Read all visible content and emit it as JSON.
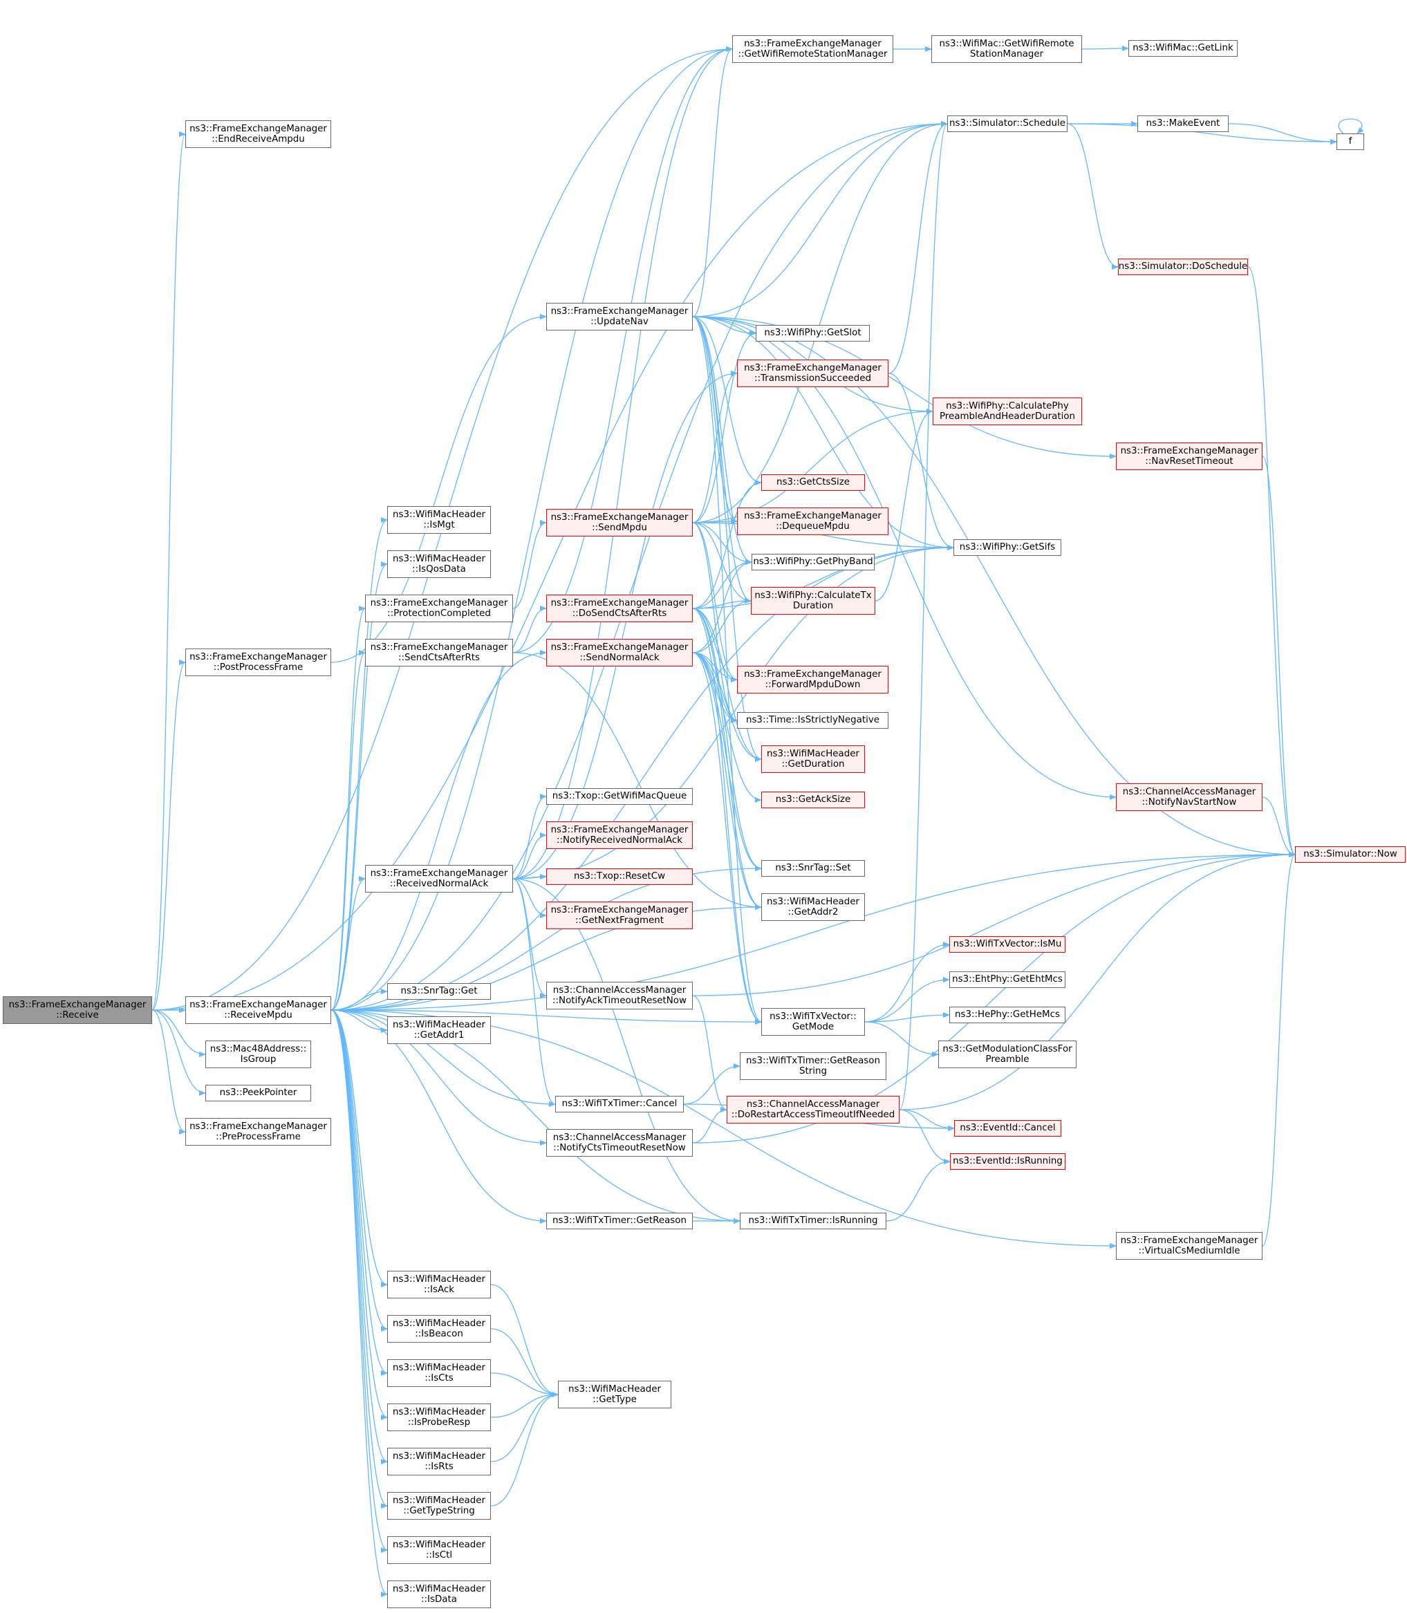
{
  "colors": {
    "edge": "#63b8ff",
    "border": "#666666",
    "red_border": "#ff0000",
    "red_fill": "#fff0f0",
    "root_fill": "#999999"
  },
  "nodes": [
    {
      "id": "receive",
      "lines": [
        "ns3::FrameExchangeManager",
        "::Receive"
      ],
      "style": "root"
    },
    {
      "id": "endreceiveampdu",
      "lines": [
        "ns3::FrameExchangeManager",
        "::EndReceiveAmpdu"
      ]
    },
    {
      "id": "postprocessframe",
      "lines": [
        "ns3::FrameExchangeManager",
        "::PostProcessFrame"
      ]
    },
    {
      "id": "receivempdu",
      "lines": [
        "ns3::FrameExchangeManager",
        "::ReceiveMpdu"
      ]
    },
    {
      "id": "isgroup",
      "lines": [
        "ns3::Mac48Address::",
        "IsGroup"
      ]
    },
    {
      "id": "peekpointer",
      "lines": [
        "ns3::PeekPointer"
      ]
    },
    {
      "id": "preprocessframe",
      "lines": [
        "ns3::FrameExchangeManager",
        "::PreProcessFrame"
      ]
    },
    {
      "id": "ismgt",
      "lines": [
        "ns3::WifiMacHeader",
        "::IsMgt"
      ]
    },
    {
      "id": "isqosdata",
      "lines": [
        "ns3::WifiMacHeader",
        "::IsQosData"
      ]
    },
    {
      "id": "protectioncompleted",
      "lines": [
        "ns3::FrameExchangeManager",
        "::ProtectionCompleted"
      ]
    },
    {
      "id": "sendctsafterrts",
      "lines": [
        "ns3::FrameExchangeManager",
        "::SendCtsAfterRts"
      ]
    },
    {
      "id": "receivednormalack",
      "lines": [
        "ns3::FrameExchangeManager",
        "::ReceivedNormalAck"
      ]
    },
    {
      "id": "snrtagget",
      "lines": [
        "ns3::SnrTag::Get"
      ]
    },
    {
      "id": "getaddr1",
      "lines": [
        "ns3::WifiMacHeader",
        "::GetAddr1"
      ]
    },
    {
      "id": "isack",
      "lines": [
        "ns3::WifiMacHeader",
        "::IsAck"
      ]
    },
    {
      "id": "isbeacon",
      "lines": [
        "ns3::WifiMacHeader",
        "::IsBeacon"
      ]
    },
    {
      "id": "iscts",
      "lines": [
        "ns3::WifiMacHeader",
        "::IsCts"
      ]
    },
    {
      "id": "isproberesp",
      "lines": [
        "ns3::WifiMacHeader",
        "::IsProbeResp"
      ]
    },
    {
      "id": "isrts",
      "lines": [
        "ns3::WifiMacHeader",
        "::IsRts"
      ]
    },
    {
      "id": "gettypestring",
      "lines": [
        "ns3::WifiMacHeader",
        "::GetTypeString"
      ]
    },
    {
      "id": "isctl",
      "lines": [
        "ns3::WifiMacHeader",
        "::IsCtl"
      ]
    },
    {
      "id": "isdata",
      "lines": [
        "ns3::WifiMacHeader",
        "::IsData"
      ]
    },
    {
      "id": "updatenav",
      "lines": [
        "ns3::FrameExchangeManager",
        "::UpdateNav"
      ]
    },
    {
      "id": "sendmpdu",
      "lines": [
        "ns3::FrameExchangeManager",
        "::SendMpdu"
      ],
      "style": "red"
    },
    {
      "id": "dosendctsafterrts",
      "lines": [
        "ns3::FrameExchangeManager",
        "::DoSendCtsAfterRts"
      ],
      "style": "red"
    },
    {
      "id": "sendnormalack",
      "lines": [
        "ns3::FrameExchangeManager",
        "::SendNormalAck"
      ],
      "style": "red"
    },
    {
      "id": "txopgetwifimacqueue",
      "lines": [
        "ns3::Txop::GetWifiMacQueue"
      ]
    },
    {
      "id": "notifyreceivednormalack",
      "lines": [
        "ns3::FrameExchangeManager",
        "::NotifyReceivedNormalAck"
      ],
      "style": "red"
    },
    {
      "id": "txopresetcw",
      "lines": [
        "ns3::Txop::ResetCw"
      ],
      "style": "red"
    },
    {
      "id": "getnextfragment",
      "lines": [
        "ns3::FrameExchangeManager",
        "::GetNextFragment"
      ],
      "style": "red"
    },
    {
      "id": "notifyacktimeoutresetnow",
      "lines": [
        "ns3::ChannelAccessManager",
        "::NotifyAckTimeoutResetNow"
      ]
    },
    {
      "id": "wifitxtimercancel",
      "lines": [
        "ns3::WifiTxTimer::Cancel"
      ]
    },
    {
      "id": "notifyctstimeoutresetnow",
      "lines": [
        "ns3::ChannelAccessManager",
        "::NotifyCtsTimeoutResetNow"
      ]
    },
    {
      "id": "wifitxtimergetreason",
      "lines": [
        "ns3::WifiTxTimer::GetReason"
      ]
    },
    {
      "id": "gettype",
      "lines": [
        "ns3::WifiMacHeader",
        "::GetType"
      ]
    },
    {
      "id": "getwifiremotestationmanager",
      "lines": [
        "ns3::FrameExchangeManager",
        "::GetWifiRemoteStationManager"
      ]
    },
    {
      "id": "getslot",
      "lines": [
        "ns3::WifiPhy::GetSlot"
      ]
    },
    {
      "id": "transmissionsucceeded",
      "lines": [
        "ns3::FrameExchangeManager",
        "::TransmissionSucceeded"
      ],
      "style": "red"
    },
    {
      "id": "getctssize",
      "lines": [
        "ns3::GetCtsSize"
      ],
      "style": "red"
    },
    {
      "id": "dequeuempdu",
      "lines": [
        "ns3::FrameExchangeManager",
        "::DequeueMpdu"
      ],
      "style": "red"
    },
    {
      "id": "getphyband",
      "lines": [
        "ns3::WifiPhy::GetPhyBand"
      ]
    },
    {
      "id": "calculatetxduration",
      "lines": [
        "ns3::WifiPhy::CalculateTx",
        "Duration"
      ],
      "style": "red"
    },
    {
      "id": "forwardmpdudown",
      "lines": [
        "ns3::FrameExchangeManager",
        "::ForwardMpduDown"
      ],
      "style": "red"
    },
    {
      "id": "isstrictlynegative",
      "lines": [
        "ns3::Time::IsStrictlyNegative"
      ]
    },
    {
      "id": "getduration",
      "lines": [
        "ns3::WifiMacHeader",
        "::GetDuration"
      ],
      "style": "red"
    },
    {
      "id": "getacksize",
      "lines": [
        "ns3::GetAckSize"
      ],
      "style": "red"
    },
    {
      "id": "snrtagset",
      "lines": [
        "ns3::SnrTag::Set"
      ]
    },
    {
      "id": "getaddr2",
      "lines": [
        "ns3::WifiMacHeader",
        "::GetAddr2"
      ]
    },
    {
      "id": "wifitxvectorgetmode",
      "lines": [
        "ns3::WifiTxVector::",
        "GetMode"
      ]
    },
    {
      "id": "getreasonstring",
      "lines": [
        "ns3::WifiTxTimer::GetReason",
        "String"
      ]
    },
    {
      "id": "dorestartaccesstimeout",
      "lines": [
        "ns3::ChannelAccessManager",
        "::DoRestartAccessTimeoutIfNeeded"
      ],
      "style": "red"
    },
    {
      "id": "wifitxtimerisrunning",
      "lines": [
        "ns3::WifiTxTimer::IsRunning"
      ]
    },
    {
      "id": "getwifiremotestationmanager2",
      "lines": [
        "ns3::WifiMac::GetWifiRemote",
        "StationManager"
      ]
    },
    {
      "id": "simulatorschedule",
      "lines": [
        "ns3::Simulator::Schedule"
      ]
    },
    {
      "id": "calcphypreamble",
      "lines": [
        "ns3::WifiPhy::CalculatePhy",
        "PreambleAndHeaderDuration"
      ],
      "style": "red"
    },
    {
      "id": "getsifs",
      "lines": [
        "ns3::WifiPhy::GetSifs"
      ]
    },
    {
      "id": "istxvectorismu",
      "lines": [
        "ns3::WifiTxVector::IsMu"
      ],
      "style": "red"
    },
    {
      "id": "getehtmcs",
      "lines": [
        "ns3::EhtPhy::GetEhtMcs"
      ]
    },
    {
      "id": "gethemcs",
      "lines": [
        "ns3::HePhy::GetHeMcs"
      ]
    },
    {
      "id": "getmodulationclass",
      "lines": [
        "ns3::GetModulationClassFor",
        "Preamble"
      ]
    },
    {
      "id": "eventidcancel",
      "lines": [
        "ns3::EventId::Cancel"
      ],
      "style": "red"
    },
    {
      "id": "eventidisrunning",
      "lines": [
        "ns3::EventId::IsRunning"
      ],
      "style": "red"
    },
    {
      "id": "wifimacgetlink",
      "lines": [
        "ns3::WifiMac::GetLink"
      ]
    },
    {
      "id": "makeevent",
      "lines": [
        "ns3::MakeEvent"
      ]
    },
    {
      "id": "doschedule",
      "lines": [
        "ns3::Simulator::DoSchedule"
      ],
      "style": "red"
    },
    {
      "id": "navresettimeout",
      "lines": [
        "ns3::FrameExchangeManager",
        "::NavResetTimeout"
      ],
      "style": "red"
    },
    {
      "id": "notifynavstartnow",
      "lines": [
        "ns3::ChannelAccessManager",
        "::NotifyNavStartNow"
      ],
      "style": "red"
    },
    {
      "id": "virtualcsmediumidle",
      "lines": [
        "ns3::FrameExchangeManager",
        "::VirtualCsMediumIdle"
      ]
    },
    {
      "id": "f",
      "lines": [
        "f"
      ]
    },
    {
      "id": "simulatornow",
      "lines": [
        "ns3::Simulator::Now"
      ],
      "style": "red"
    }
  ],
  "edges": [
    [
      "receive",
      "endreceiveampdu"
    ],
    [
      "receive",
      "postprocessframe"
    ],
    [
      "receive",
      "receivempdu"
    ],
    [
      "receive",
      "isgroup"
    ],
    [
      "receive",
      "peekpointer"
    ],
    [
      "receive",
      "preprocessframe"
    ],
    [
      "receive",
      "getwifiremotestationmanager"
    ],
    [
      "receive",
      "simulatorschedule"
    ],
    [
      "postprocessframe",
      "updatenav"
    ],
    [
      "receivempdu",
      "ismgt"
    ],
    [
      "receivempdu",
      "isqosdata"
    ],
    [
      "receivempdu",
      "protectioncompleted"
    ],
    [
      "receivempdu",
      "sendctsafterrts"
    ],
    [
      "receivempdu",
      "receivednormalack"
    ],
    [
      "receivempdu",
      "snrtagget"
    ],
    [
      "receivempdu",
      "getaddr1"
    ],
    [
      "receivempdu",
      "isack"
    ],
    [
      "receivempdu",
      "isbeacon"
    ],
    [
      "receivempdu",
      "iscts"
    ],
    [
      "receivempdu",
      "isproberesp"
    ],
    [
      "receivempdu",
      "isrts"
    ],
    [
      "receivempdu",
      "gettypestring"
    ],
    [
      "receivempdu",
      "isctl"
    ],
    [
      "receivempdu",
      "isdata"
    ],
    [
      "receivempdu",
      "wifitxtimercancel"
    ],
    [
      "receivempdu",
      "notifyctstimeoutresetnow"
    ],
    [
      "receivempdu",
      "wifitxtimergetreason"
    ],
    [
      "receivempdu",
      "wifitxtimerisrunning"
    ],
    [
      "receivempdu",
      "sendnormalack"
    ],
    [
      "receivempdu",
      "wifitxvectorgetmode"
    ],
    [
      "receivempdu",
      "getaddr2"
    ],
    [
      "receivempdu",
      "simulatornow"
    ],
    [
      "receivempdu",
      "virtualcsmediumidle"
    ],
    [
      "receivempdu",
      "getwifiremotestationmanager"
    ],
    [
      "receivempdu",
      "simulatorschedule"
    ],
    [
      "receivempdu",
      "getsifs"
    ],
    [
      "receivempdu",
      "snrtagset"
    ],
    [
      "protectioncompleted",
      "sendmpdu"
    ],
    [
      "sendctsafterrts",
      "dosendctsafterrts"
    ],
    [
      "sendctsafterrts",
      "getwifiremotestationmanager"
    ],
    [
      "sendctsafterrts",
      "getaddr2"
    ],
    [
      "receivednormalack",
      "txopgetwifimacqueue"
    ],
    [
      "receivednormalack",
      "notifyreceivednormalack"
    ],
    [
      "receivednormalack",
      "txopresetcw"
    ],
    [
      "receivednormalack",
      "getnextfragment"
    ],
    [
      "receivednormalack",
      "notifyacktimeoutresetnow"
    ],
    [
      "receivednormalack",
      "wifitxtimercancel"
    ],
    [
      "receivednormalack",
      "transmissionsucceeded"
    ],
    [
      "receivednormalack",
      "getwifiremotestationmanager"
    ],
    [
      "receivednormalack",
      "getsifs"
    ],
    [
      "receivednormalack",
      "wifitxtimerisrunning"
    ],
    [
      "updatenav",
      "getwifiremotestationmanager"
    ],
    [
      "updatenav",
      "getslot"
    ],
    [
      "updatenav",
      "getctssize"
    ],
    [
      "updatenav",
      "getphyband"
    ],
    [
      "updatenav",
      "calculatetxduration"
    ],
    [
      "updatenav",
      "getsifs"
    ],
    [
      "updatenav",
      "calcphypreamble"
    ],
    [
      "updatenav",
      "getduration"
    ],
    [
      "updatenav",
      "notifynavstartnow"
    ],
    [
      "updatenav",
      "navresettimeout"
    ],
    [
      "updatenav",
      "simulatornow"
    ],
    [
      "updatenav",
      "simulatorschedule"
    ],
    [
      "updatenav",
      "dequeuempdu"
    ],
    [
      "updatenav",
      "wifitxvectorgetmode"
    ],
    [
      "sendmpdu",
      "transmissionsucceeded"
    ],
    [
      "sendmpdu",
      "calcphypreamble"
    ],
    [
      "sendmpdu",
      "dequeuempdu"
    ],
    [
      "sendmpdu",
      "getphyband"
    ],
    [
      "sendmpdu",
      "calculatetxduration"
    ],
    [
      "sendmpdu",
      "forwardmpdudown"
    ],
    [
      "sendmpdu",
      "getsifs"
    ],
    [
      "sendmpdu",
      "getslot"
    ],
    [
      "sendmpdu",
      "simulatorschedule"
    ],
    [
      "sendmpdu",
      "isstrictlynegative"
    ],
    [
      "dosendctsafterrts",
      "getctssize"
    ],
    [
      "dosendctsafterrts",
      "getphyband"
    ],
    [
      "dosendctsafterrts",
      "calculatetxduration"
    ],
    [
      "dosendctsafterrts",
      "forwardmpdudown"
    ],
    [
      "dosendctsafterrts",
      "isstrictlynegative"
    ],
    [
      "dosendctsafterrts",
      "getduration"
    ],
    [
      "dosendctsafterrts",
      "snrtagset"
    ],
    [
      "dosendctsafterrts",
      "getaddr2"
    ],
    [
      "dosendctsafterrts",
      "getsifs"
    ],
    [
      "dosendctsafterrts",
      "wifitxvectorgetmode"
    ],
    [
      "sendnormalack",
      "getacksize"
    ],
    [
      "sendnormalack",
      "getphyband"
    ],
    [
      "sendnormalack",
      "calculatetxduration"
    ],
    [
      "sendnormalack",
      "forwardmpdudown"
    ],
    [
      "sendnormalack",
      "isstrictlynegative"
    ],
    [
      "sendnormalack",
      "getduration"
    ],
    [
      "sendnormalack",
      "snrtagset"
    ],
    [
      "sendnormalack",
      "getaddr2"
    ],
    [
      "sendnormalack",
      "wifitxvectorgetmode"
    ],
    [
      "notifyacktimeoutresetnow",
      "dorestartaccesstimeout"
    ],
    [
      "notifyacktimeoutresetnow",
      "simulatornow"
    ],
    [
      "wifitxtimercancel",
      "getreasonstring"
    ],
    [
      "wifitxtimercancel",
      "eventidcancel"
    ],
    [
      "notifyctstimeoutresetnow",
      "dorestartaccesstimeout"
    ],
    [
      "notifyctstimeoutresetnow",
      "simulatornow"
    ],
    [
      "wifitxtimergetreason",
      "wifitxtimerisrunning"
    ],
    [
      "isack",
      "gettype"
    ],
    [
      "isbeacon",
      "gettype"
    ],
    [
      "iscts",
      "gettype"
    ],
    [
      "isproberesp",
      "gettype"
    ],
    [
      "isrts",
      "gettype"
    ],
    [
      "gettypestring",
      "gettype"
    ],
    [
      "getwifiremotestationmanager",
      "getwifiremotestationmanager2"
    ],
    [
      "getwifiremotestationmanager2",
      "wifimacgetlink"
    ],
    [
      "transmissionsucceeded",
      "simulatorschedule"
    ],
    [
      "transmissionsucceeded",
      "getsifs"
    ],
    [
      "calculatetxduration",
      "calcphypreamble"
    ],
    [
      "wifitxvectorgetmode",
      "istxvectorismu"
    ],
    [
      "wifitxvectorgetmode",
      "getehtmcs"
    ],
    [
      "wifitxvectorgetmode",
      "gethemcs"
    ],
    [
      "wifitxvectorgetmode",
      "getmodulationclass"
    ],
    [
      "dorestartaccesstimeout",
      "simulatorschedule"
    ],
    [
      "dorestartaccesstimeout",
      "eventidcancel"
    ],
    [
      "dorestartaccesstimeout",
      "eventidisrunning"
    ],
    [
      "dorestartaccesstimeout",
      "simulatornow"
    ],
    [
      "wifitxtimerisrunning",
      "eventidisrunning"
    ],
    [
      "simulatorschedule",
      "makeevent"
    ],
    [
      "simulatorschedule",
      "f"
    ],
    [
      "simulatorschedule",
      "doschedule"
    ],
    [
      "makeevent",
      "f"
    ],
    [
      "f",
      "f"
    ],
    [
      "doschedule",
      "simulatornow"
    ],
    [
      "navresettimeout",
      "simulatornow"
    ],
    [
      "notifynavstartnow",
      "simulatornow"
    ],
    [
      "virtualcsmediumidle",
      "simulatornow"
    ]
  ]
}
